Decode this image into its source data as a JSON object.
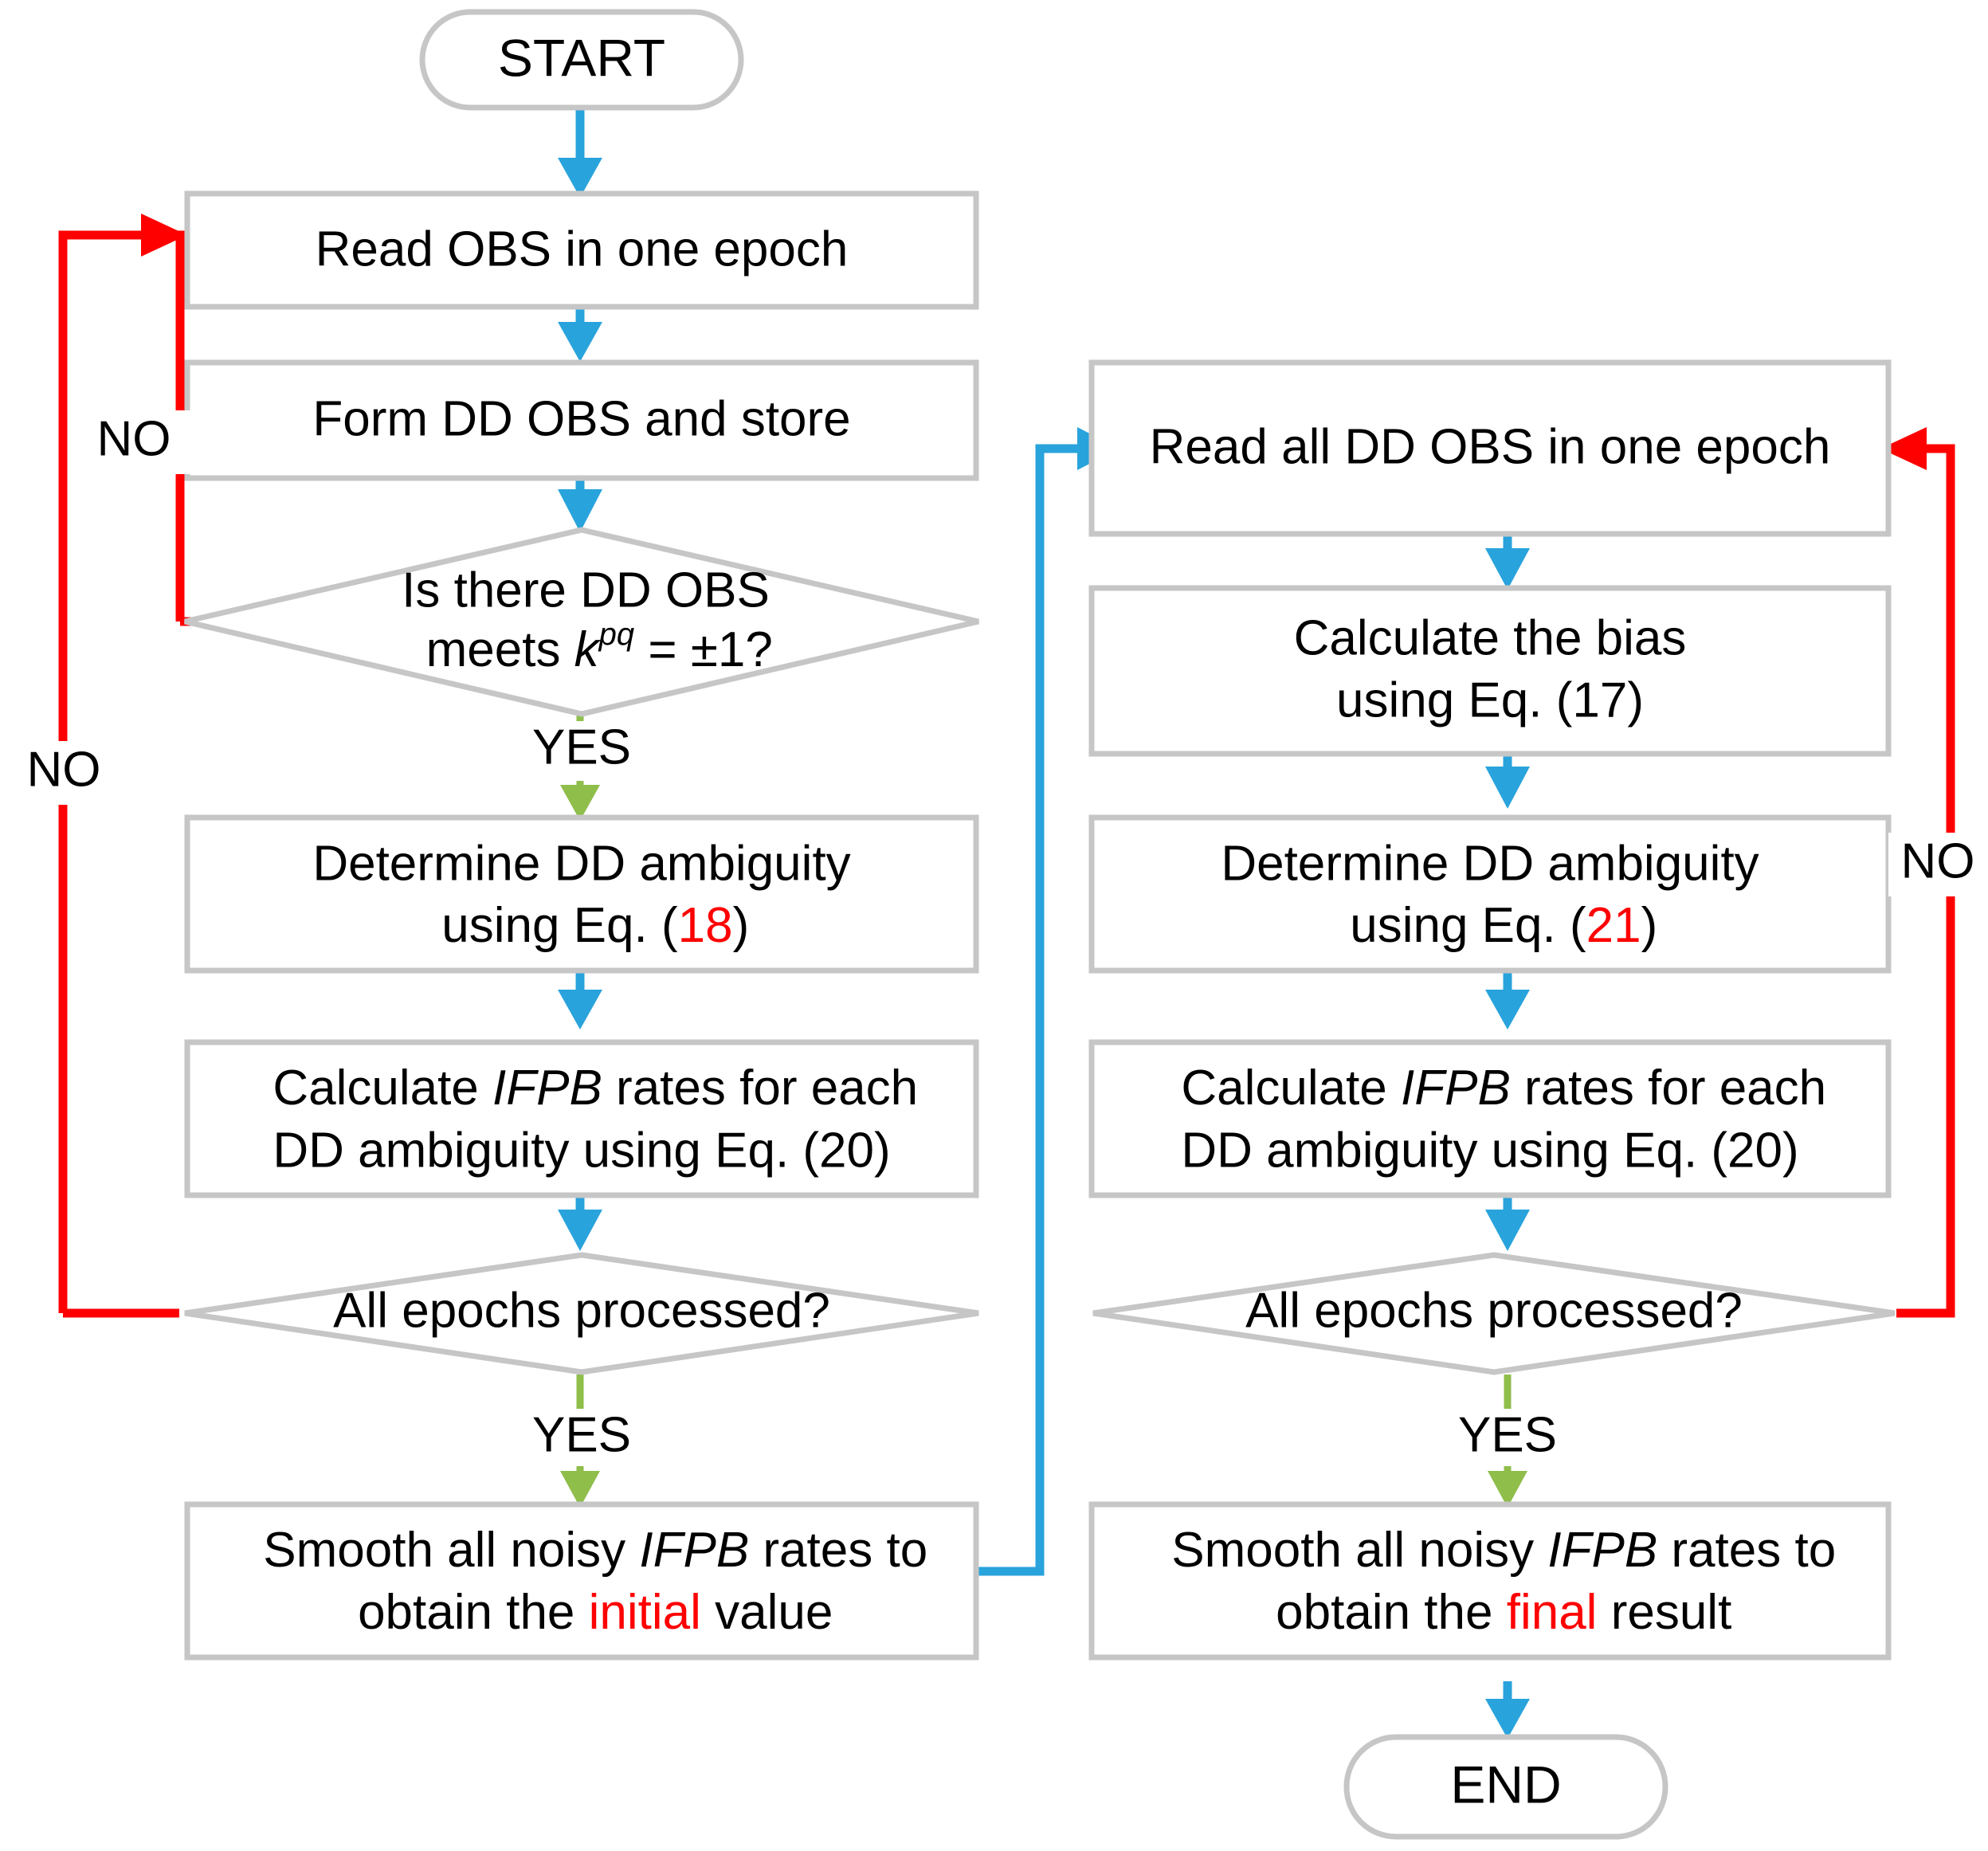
{
  "diagram": {
    "title": "IFPB rate estimation flowchart",
    "colors": {
      "node_border": "#c6c6c6",
      "node_fill": "#ffffff",
      "flow_blue": "#29a3dc",
      "flow_red": "#fe0000",
      "flow_green": "#8fbe4b",
      "text": "#000000",
      "highlight_red": "#fe0000"
    }
  },
  "nodes": {
    "start": {
      "label": "START",
      "shape": "terminator"
    },
    "read_obs": {
      "label": "Read OBS in one epoch",
      "shape": "process"
    },
    "form_dd": {
      "label": "Form DD OBS and store",
      "shape": "process"
    },
    "check_dd": {
      "shape": "decision",
      "line1": "Is there DD OBS",
      "line2_pre": "meets ",
      "line2_var": "k",
      "line2_sup": "pq",
      "line2_post": " = ±1?"
    },
    "det_amb_18": {
      "shape": "process",
      "line1": "Determine DD ambiguity",
      "line2_pre": "using Eq. (",
      "line2_num": "18",
      "line2_post": ")"
    },
    "calc_ifpb_left": {
      "shape": "process",
      "line1_pre": "Calculate ",
      "line1_ital": "IFPB",
      "line1_post": " rates for each",
      "line2": "DD ambiguity using Eq. (20)"
    },
    "all_epochs_left": {
      "label": "All epochs processed?",
      "shape": "decision"
    },
    "smooth_initial": {
      "shape": "process",
      "line1_pre": "Smooth all noisy ",
      "line1_ital": "IFPB",
      "line1_post": " rates to",
      "line2_pre": "obtain the ",
      "line2_red": "initial",
      "line2_post": " value"
    },
    "read_all_dd": {
      "label": "Read all DD OBS in one epoch",
      "shape": "process"
    },
    "calc_bias": {
      "shape": "process",
      "line1": "Calculate the bias",
      "line2": "using Eq. (17)"
    },
    "det_amb_21": {
      "shape": "process",
      "line1": "Determine DD ambiguity",
      "line2_pre": "using Eq. (",
      "line2_num": "21",
      "line2_post": ")"
    },
    "calc_ifpb_right": {
      "shape": "process",
      "line1_pre": "Calculate ",
      "line1_ital": "IFPB",
      "line1_post": " rates for each",
      "line2": "DD ambiguity using Eq. (20)"
    },
    "all_epochs_right": {
      "label": "All epochs processed?",
      "shape": "decision"
    },
    "smooth_final": {
      "shape": "process",
      "line1_pre": "Smooth all noisy ",
      "line1_ital": "IFPB",
      "line1_post": " rates to",
      "line2_pre": "obtain the ",
      "line2_red": "final",
      "line2_post": " result"
    },
    "end": {
      "label": "END",
      "shape": "terminator"
    }
  },
  "edge_labels": {
    "no_check_dd": "NO",
    "no_all_epochs_left": "NO",
    "yes_check_dd": "YES",
    "yes_all_epochs_left": "YES",
    "yes_all_epochs_right": "YES",
    "no_all_epochs_right": "NO"
  }
}
